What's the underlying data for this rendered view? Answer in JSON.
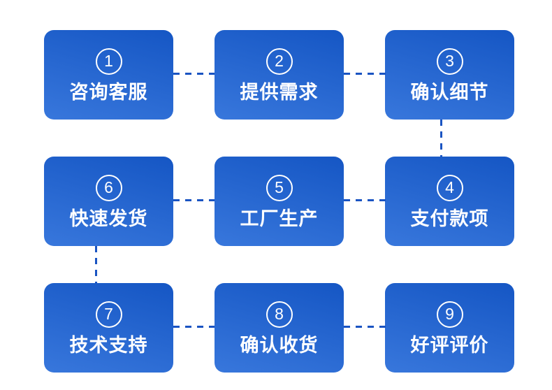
{
  "flow": {
    "type": "process-flow",
    "colors": {
      "box_gradient_top": "#1859c4",
      "box_gradient_bottom": "#3474d8",
      "connector": "#1a54c2",
      "text": "#ffffff",
      "background": "#ffffff"
    },
    "steps": [
      {
        "number": "1",
        "label": "咨询客服"
      },
      {
        "number": "2",
        "label": "提供需求"
      },
      {
        "number": "3",
        "label": "确认细节"
      },
      {
        "number": "6",
        "label": "快速发货"
      },
      {
        "number": "5",
        "label": "工厂生产"
      },
      {
        "number": "4",
        "label": "支付款项"
      },
      {
        "number": "7",
        "label": "技术支持"
      },
      {
        "number": "8",
        "label": "确认收货"
      },
      {
        "number": "9",
        "label": "好评评价"
      }
    ],
    "connections": [
      [
        "1",
        "2"
      ],
      [
        "2",
        "3"
      ],
      [
        "3",
        "4"
      ],
      [
        "4",
        "5"
      ],
      [
        "5",
        "6"
      ],
      [
        "6",
        "7"
      ],
      [
        "7",
        "8"
      ],
      [
        "8",
        "9"
      ]
    ]
  }
}
